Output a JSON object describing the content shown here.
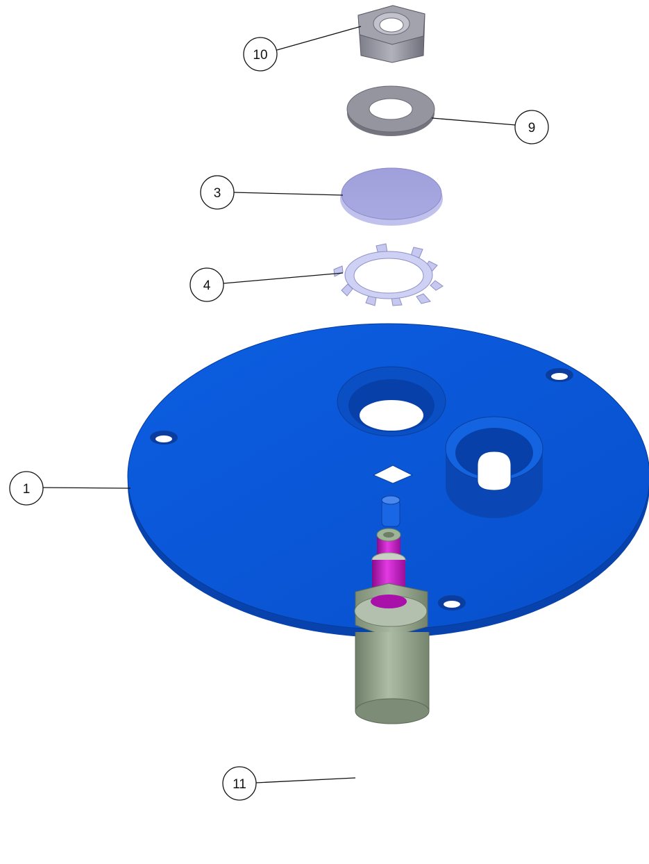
{
  "callouts": [
    {
      "id": "10",
      "label": "10"
    },
    {
      "id": "9",
      "label": "9"
    },
    {
      "id": "3",
      "label": "3"
    },
    {
      "id": "4",
      "label": "4"
    },
    {
      "id": "1",
      "label": "1"
    },
    {
      "id": "11",
      "label": "11"
    }
  ],
  "colors": {
    "plate": "#0a57d6",
    "plate_dark": "#0a47b0",
    "nut": "#9a9aa6",
    "washer": "#8f8f99",
    "disc": "#a2a2dc",
    "lock_washer": "#c6c8ef",
    "stem": "#c414c4",
    "fitting": "#95a68c"
  }
}
